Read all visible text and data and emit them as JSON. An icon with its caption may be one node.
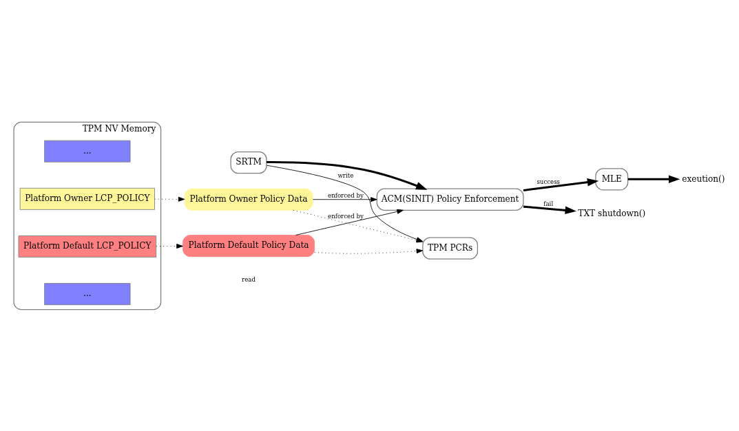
{
  "diagram": {
    "nodes": [
      {
        "text": [
          "SRTM"
        ]
      },
      {
        "text": [
          "ACM(SINIT) Policy Enforcement"
        ]
      },
      {
        "text": [
          "MLE"
        ]
      },
      {
        "text": [
          "exeution()"
        ]
      },
      {
        "text": [
          "TXT shutdown()"
        ]
      },
      {
        "text": [
          "TPM PCRs"
        ]
      },
      {
        "text": [
          "TPM NV Memory"
        ]
      },
      {
        "text": [
          "..."
        ],
        "in": 6
      },
      {
        "text": [
          "Platform Default LCP_POLICY"
        ],
        "in": 6
      },
      {
        "text": [
          "Platform Owner LCP_POLICY"
        ],
        "in": 6
      },
      {
        "text": [
          "..."
        ],
        "in": 6
      },
      {
        "text": [
          "Platform Default Policy Data"
        ]
      },
      {
        "text": [
          "Platform Owner Policy Data"
        ]
      }
    ],
    "edges": [
      {
        "from": 0,
        "to": 1,
        "arrow": "to",
        "style": "thick"
      },
      {
        "from": 1,
        "to": 2,
        "arrow": "to",
        "label": "success",
        "style": "thick"
      },
      {
        "from": 2,
        "to": 3,
        "arrow": "to",
        "style": "thick"
      },
      {
        "from": 1,
        "to": 4,
        "arrow": "to",
        "label": "fail",
        "style": "thick"
      },
      {
        "from": 0,
        "to": 5,
        "arrow": "to",
        "label": "write"
      },
      {
        "from": 11,
        "to": 1,
        "arrow": "to",
        "label": "enforced by"
      },
      {
        "from": 12,
        "to": 1,
        "arrow": "to",
        "label": "enforced by"
      },
      {
        "from": 8,
        "to": 11,
        "arrow": "to",
        "style": "dashed"
      },
      {
        "from": 9,
        "to": 12,
        "arrow": "to",
        "style": "dashed"
      },
      {
        "from": 11,
        "to": 5,
        "arrow": "to",
        "style": "dashed"
      },
      {
        "from": 12,
        "to": 5,
        "arrow": "to",
        "style": "dashed"
      }
    ],
    "labels": [
      "read"
    ]
  }
}
